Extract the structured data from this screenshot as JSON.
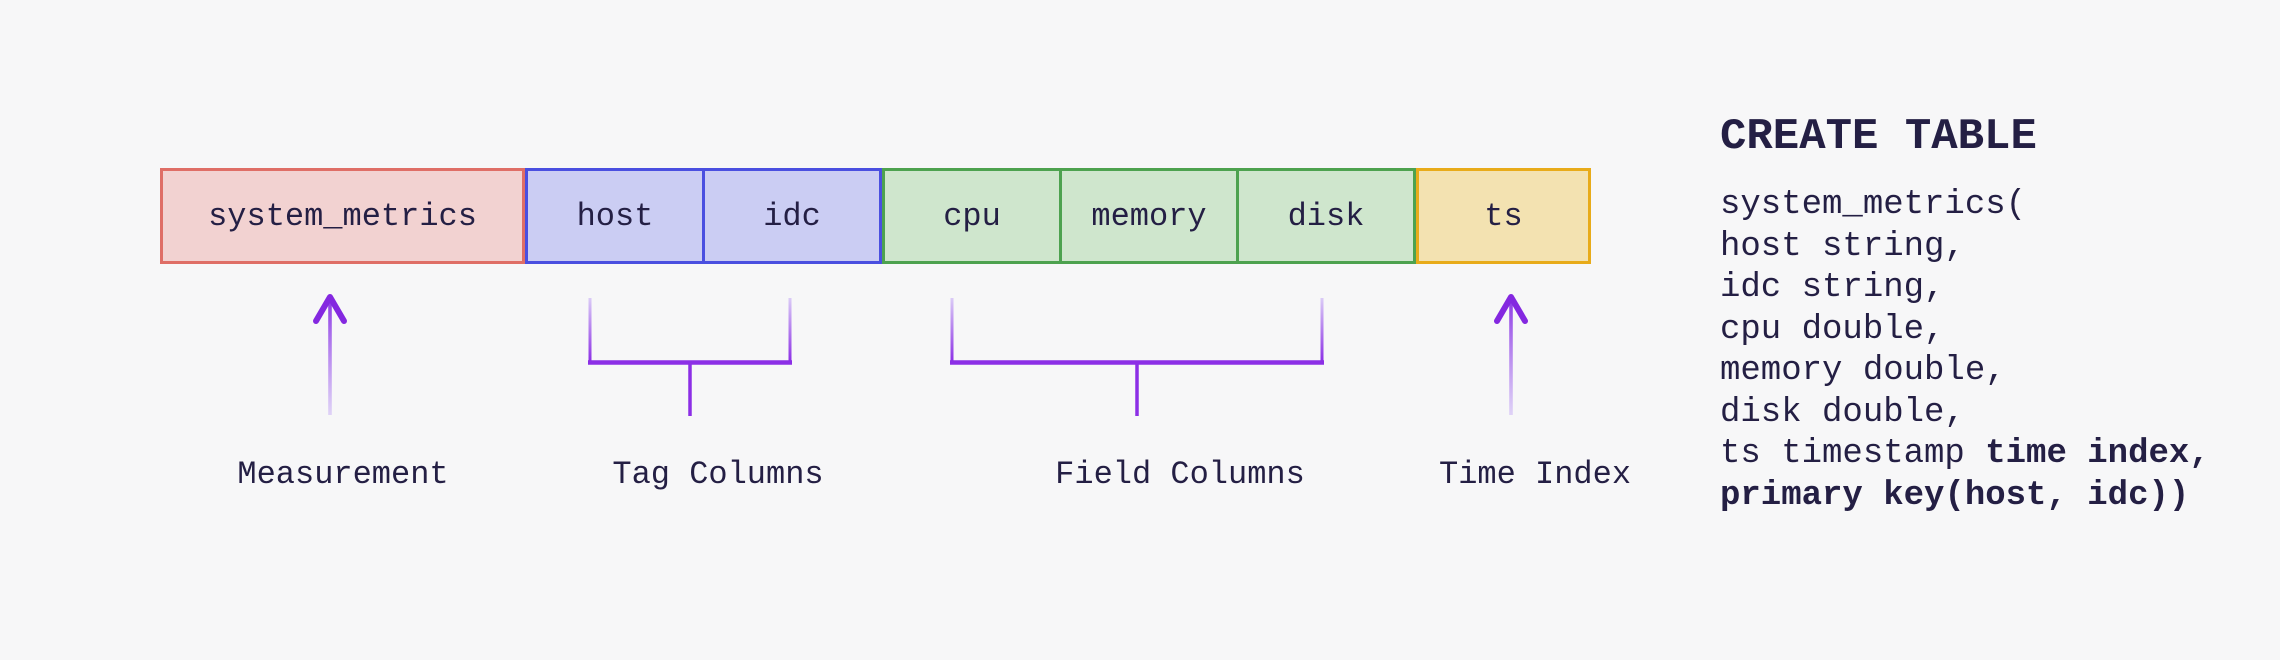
{
  "colors": {
    "background": "#f7f7f8",
    "text": "#241f44",
    "accent-purple": "#8c2fe6",
    "accent-purple-light": "#ddd0f7",
    "pink-fill": "#f2d2d1",
    "pink-border": "#df6e66",
    "indigo-fill": "#cbcdf3",
    "indigo-border": "#4a4fe0",
    "green-fill": "#cfe6cd",
    "green-border": "#4da24f",
    "yellow-fill": "#f3e2b1",
    "yellow-border": "#e8ab1a"
  },
  "diagram": {
    "measurement": {
      "label": "system_metrics"
    },
    "tag_columns": {
      "labels": [
        "host",
        "idc"
      ]
    },
    "field_columns": {
      "labels": [
        "cpu",
        "memory",
        "disk"
      ]
    },
    "time_index": {
      "label": "ts"
    },
    "annotations": {
      "measurement": "Measurement",
      "tag_columns": "Tag Columns",
      "field_columns": "Field Columns",
      "time_index": "Time Index"
    }
  },
  "sql": {
    "title": "CREATE TABLE",
    "lines": [
      [
        {
          "t": "system_metrics(",
          "b": false
        }
      ],
      [
        {
          "t": "host string,",
          "b": false
        }
      ],
      [
        {
          "t": "idc string,",
          "b": false
        }
      ],
      [
        {
          "t": "cpu double,",
          "b": false
        }
      ],
      [
        {
          "t": "memory double,",
          "b": false
        }
      ],
      [
        {
          "t": "disk double,",
          "b": false
        }
      ],
      [
        {
          "t": "ts timestamp ",
          "b": false
        },
        {
          "t": "time index,",
          "b": true
        }
      ],
      [
        {
          "t": "primary key(host, idc))",
          "b": true
        }
      ]
    ]
  }
}
